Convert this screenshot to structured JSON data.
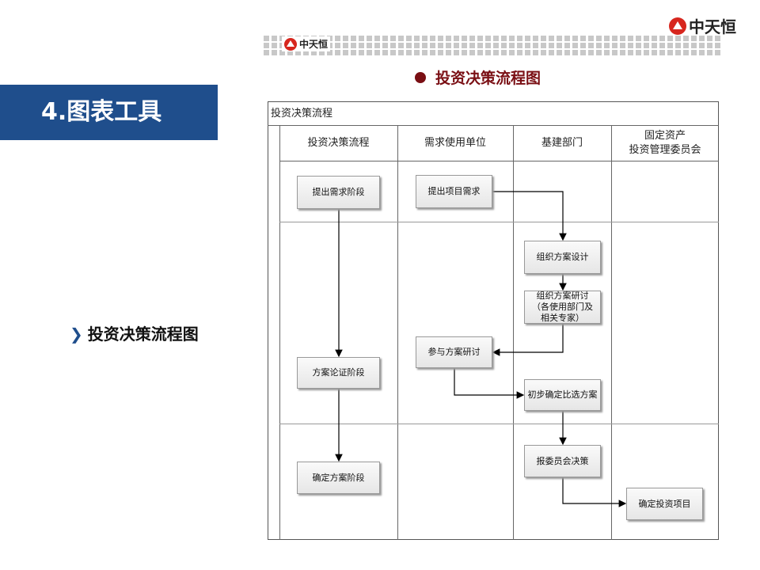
{
  "brand": "中天恒",
  "sidebar": {
    "banner": "4.图表工具",
    "item": "投资决策流程图",
    "chevron": "❯"
  },
  "slide_title": "投资决策流程图",
  "flow": {
    "title": "投资决策流程",
    "columns": [
      "投资决策流程",
      "需求使用单位",
      "基建部门",
      "固定资产\n投资管理委员会"
    ],
    "boxes": {
      "b1": "提出需求阶段",
      "b2": "提出项目需求",
      "b3": "组织方案设计",
      "b4": "组织方案研讨\n（各使用部门及相关专家）",
      "b5": "参与方案研讨",
      "b6": "方案论证阶段",
      "b7": "初步确定比选方案",
      "b8": "确定方案阶段",
      "b9": "报委员会决策",
      "b10": "确定投资项目"
    }
  }
}
